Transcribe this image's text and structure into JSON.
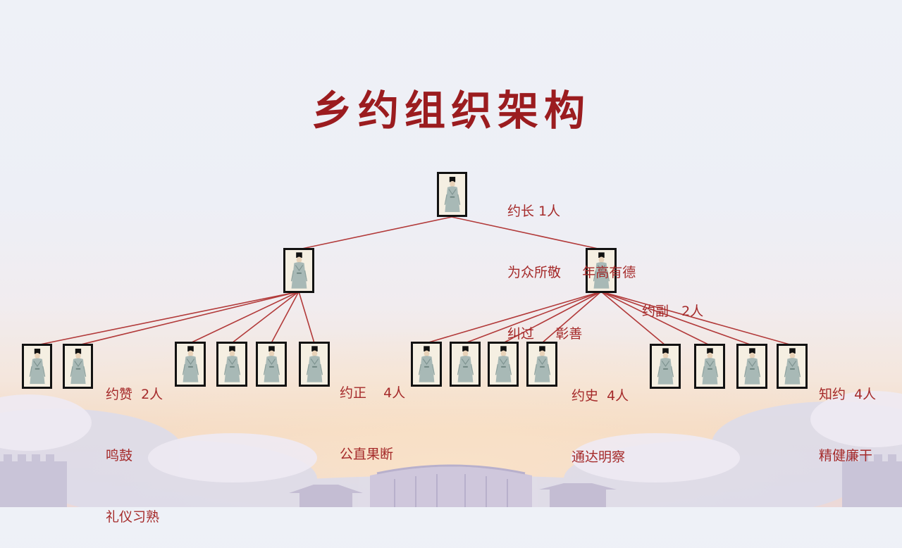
{
  "title": "乡约组织架构",
  "colors": {
    "title": "#9b1c1f",
    "text": "#a52a2a",
    "line": "#b23a3a",
    "frame": "#121212"
  },
  "figure_icon": "scholar-figure-icon",
  "roles": {
    "yuezhang": {
      "line1": "约长 1人",
      "line2": "为众所敬     年高有德",
      "line3": "纠过     彰善"
    },
    "yuefu": {
      "line1": "约副   2人"
    },
    "yuezan": {
      "line1": "约赞  2人",
      "line2": "鸣鼓",
      "line3": "礼仪习熟"
    },
    "yuezheng": {
      "line1": "约正    4人",
      "line2": "公直果断"
    },
    "yueshi": {
      "line1": "约史  4人",
      "line2": "通达明察"
    },
    "zhiyue": {
      "line1": "知约  4人",
      "line2": "精健廉干"
    }
  }
}
